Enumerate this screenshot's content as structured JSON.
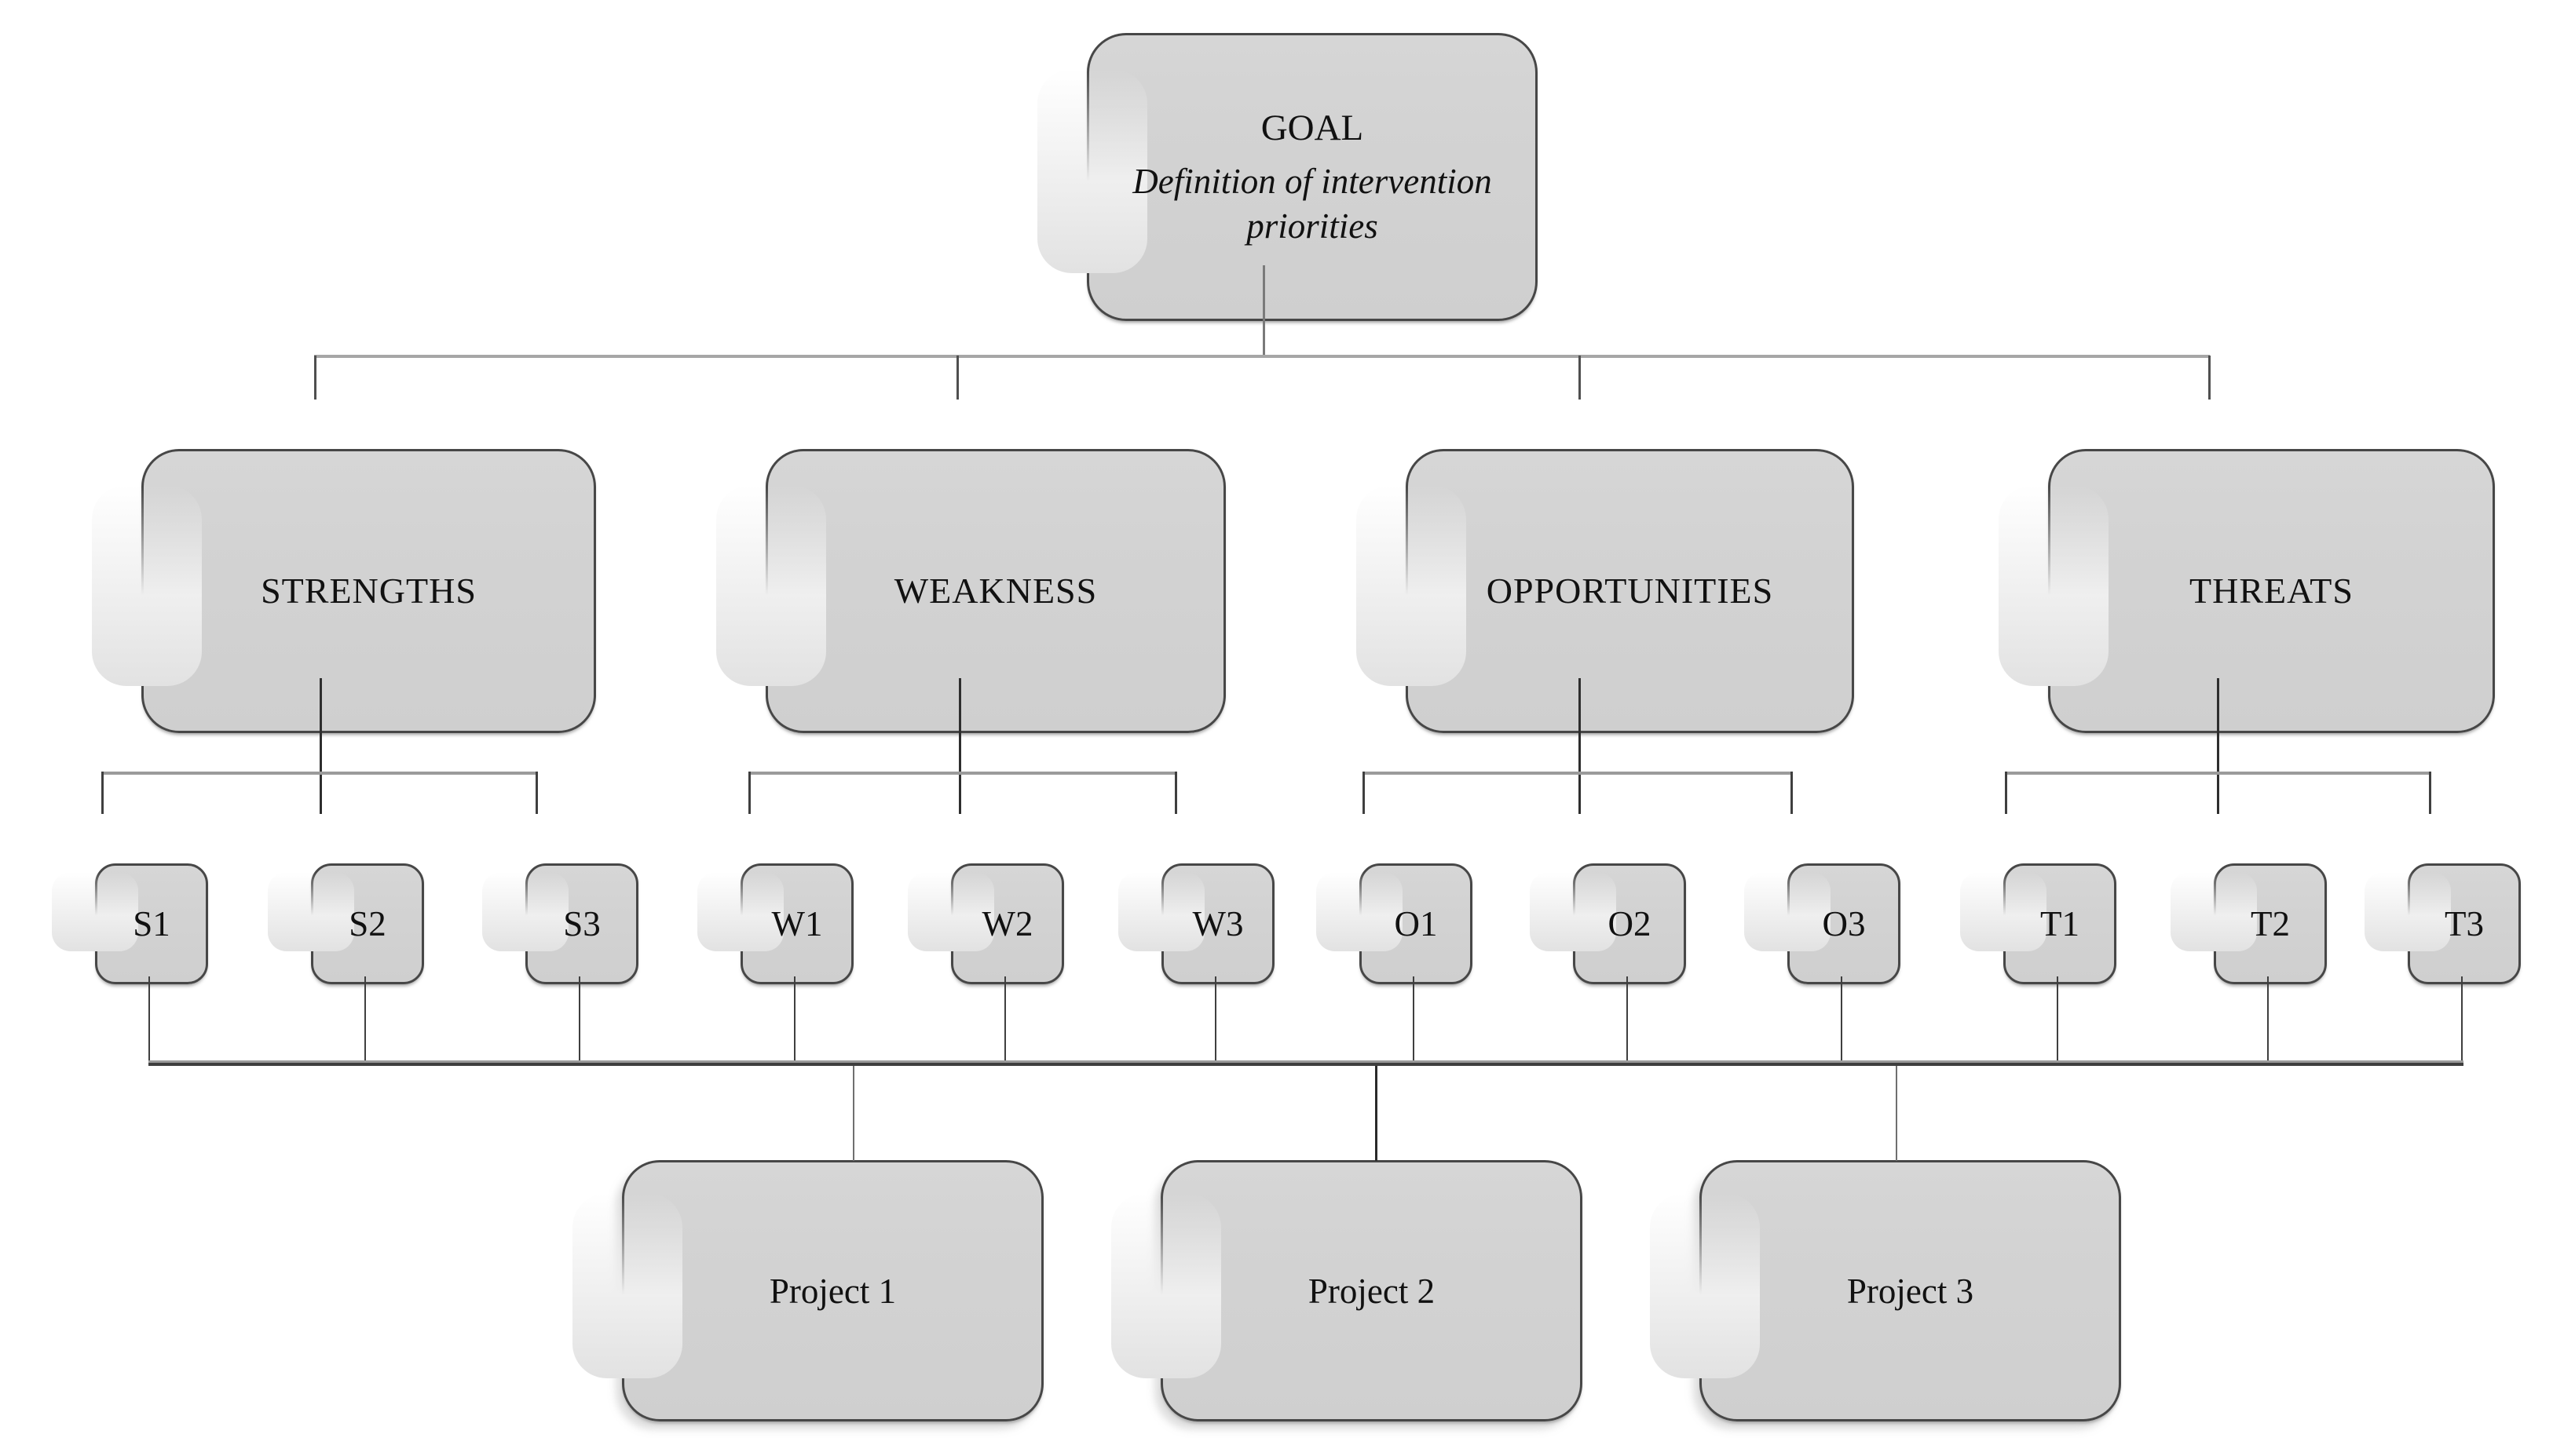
{
  "diagram": {
    "goal": {
      "label": "GOAL",
      "subtitle": "Definition of intervention priorities"
    },
    "criteria": [
      {
        "label": "STRENGTHS",
        "children": [
          "S1",
          "S2",
          "S3"
        ]
      },
      {
        "label": "WEAKNESS",
        "children": [
          "W1",
          "W2",
          "W3"
        ]
      },
      {
        "label": "OPPORTUNITIES",
        "children": [
          "O1",
          "O2",
          "O3"
        ]
      },
      {
        "label": "THREATS",
        "children": [
          "T1",
          "T2",
          "T3"
        ]
      }
    ],
    "alternatives": [
      {
        "label": "Project 1"
      },
      {
        "label": "Project 2"
      },
      {
        "label": "Project 3"
      }
    ],
    "colors": {
      "box_fill": "#d3d3d3",
      "box_border": "#474747",
      "connector_light": "#a6a6a6",
      "connector_dark": "#3f3f3f",
      "background": "#ffffff"
    }
  }
}
